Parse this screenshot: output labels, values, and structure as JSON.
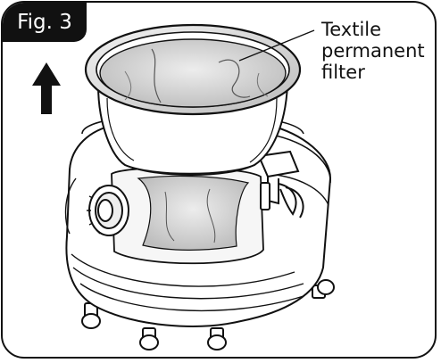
{
  "figure": {
    "label": "Fig. 3"
  },
  "callout": {
    "lines": [
      "Textile",
      "permanent",
      "filter"
    ]
  },
  "icons": {
    "lift_arrow": "arrow-up-icon"
  },
  "colors": {
    "line": "#111111",
    "background": "#ffffff",
    "filter_shade": "#d9d9d9",
    "rim_shade": "#cfcfcf"
  }
}
